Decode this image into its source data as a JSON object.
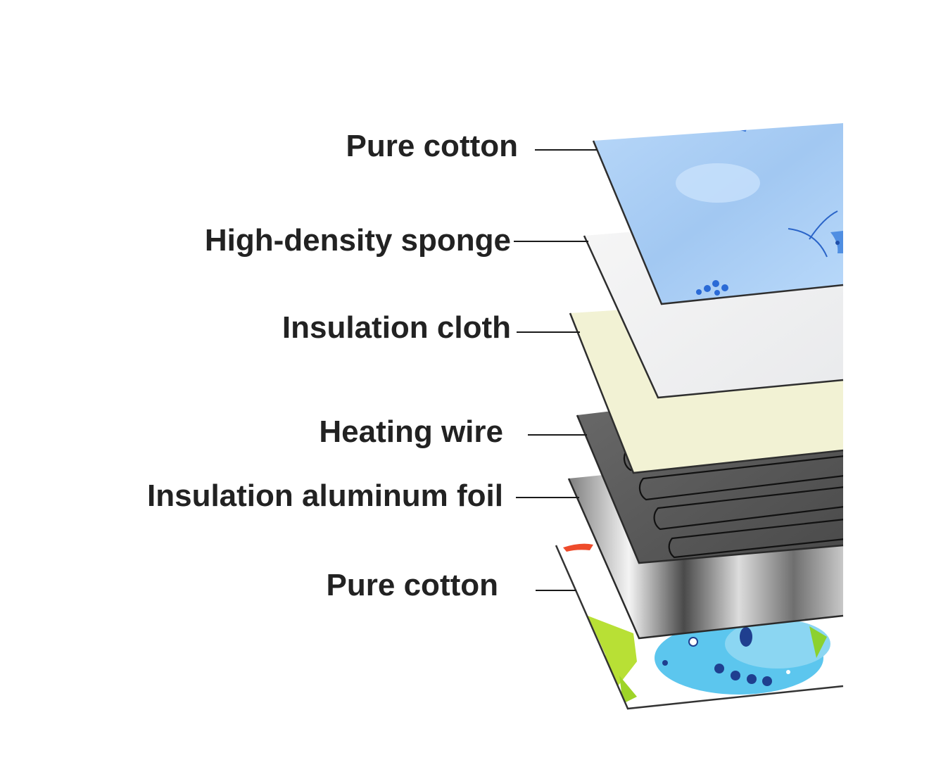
{
  "diagram": {
    "layers": [
      {
        "label": "Pure cotton",
        "material": "top-fabric"
      },
      {
        "label": "High-density sponge",
        "material": "sponge"
      },
      {
        "label": "Insulation cloth",
        "material": "insulation-cloth"
      },
      {
        "label": "Heating wire",
        "material": "heating-wire"
      },
      {
        "label": "Insulation aluminum foil",
        "material": "aluminum-foil"
      },
      {
        "label": "Pure cotton",
        "material": "bottom-fabric"
      }
    ],
    "colors": {
      "text": "#222222",
      "top_fabric": "#a9cdf6",
      "sponge": "#f1f2f3",
      "insulation_cloth": "#f2f2d4",
      "heating_felt": "#555555",
      "foil": "#9a9a9a",
      "bottom_fabric": "#ffffff"
    }
  }
}
